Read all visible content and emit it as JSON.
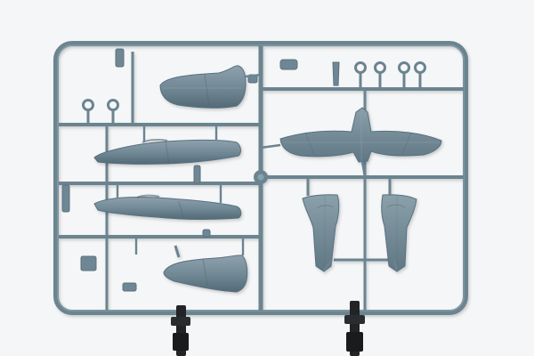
{
  "scene": {
    "subject": "",
    "background": "#f4f5f6",
    "plastic_color": "#6f8794",
    "plastic_shadow": "#4e6470",
    "stand_color": "#1f2123"
  },
  "parts": {
    "fuselage_halves": 4,
    "wing_panels": 1,
    "tailplanes": 2,
    "ring_parts": 6
  }
}
